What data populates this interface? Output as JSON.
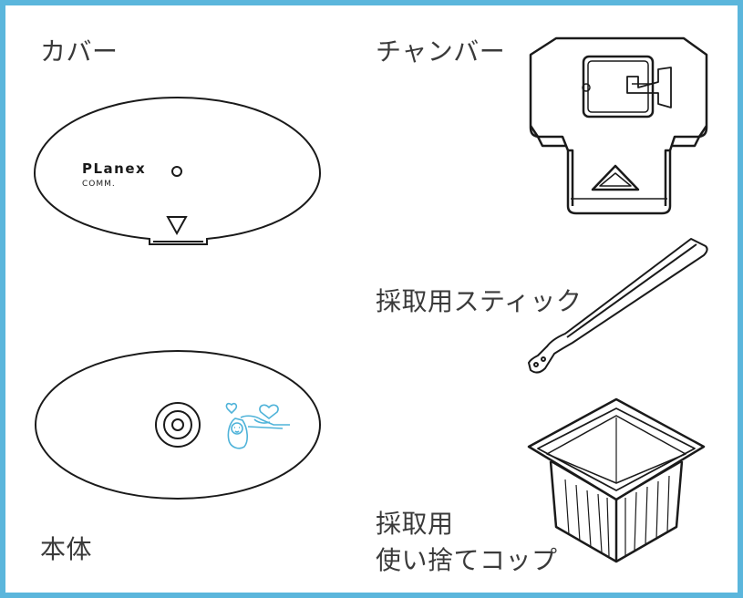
{
  "parts": {
    "cover": {
      "label": "カバー",
      "logo_text": "PLanex",
      "logo_sub": "COMM."
    },
    "chamber": {
      "label": "チャンバー"
    },
    "stick": {
      "label": "採取用スティック"
    },
    "body": {
      "label": "本体"
    },
    "cup": {
      "label_line1": "採取用",
      "label_line2": "使い捨てコップ"
    }
  },
  "colors": {
    "frame": "#5bb6dc",
    "line": "#1a1a1a",
    "accent_icon": "#4fb3d9",
    "text": "#3a3a3a"
  }
}
